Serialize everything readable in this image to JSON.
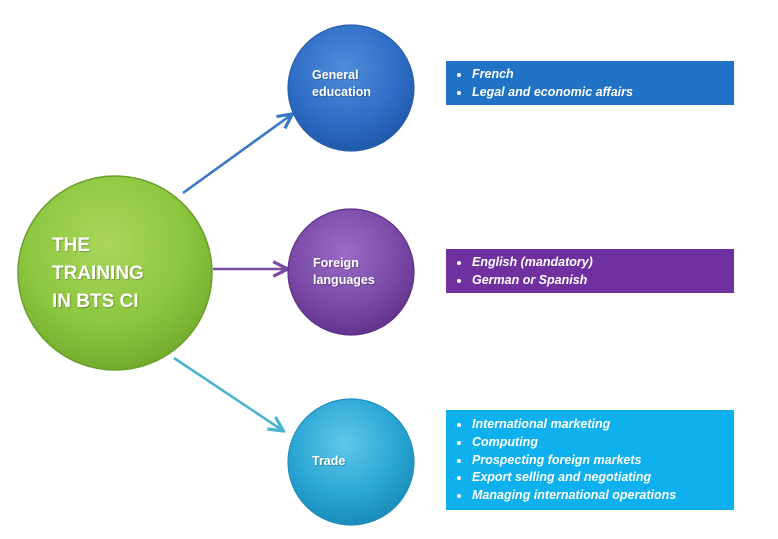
{
  "center": {
    "lines": [
      "THE",
      "TRAINING",
      "IN BTS CI"
    ],
    "color": "#8dc63f"
  },
  "branches": [
    {
      "label_lines": [
        "General",
        "education"
      ],
      "circle_color": "#2e6fc8",
      "box_color": "#1f72c5",
      "arrow_color": "#3b78c4",
      "items": [
        "French",
        "Legal and economic affairs"
      ]
    },
    {
      "label_lines": [
        "Foreign",
        "languages"
      ],
      "circle_color": "#7b4aa8",
      "box_color": "#7030a0",
      "arrow_color": "#7a4aa3",
      "items": [
        "English (mandatory)",
        "German or Spanish"
      ]
    },
    {
      "label_lines": [
        "Trade"
      ],
      "circle_color": "#2aa6d4",
      "box_color": "#0fb0ee",
      "arrow_color": "#4cb3d0",
      "items": [
        "International marketing",
        "Computing",
        "Prospecting foreign markets",
        "Export selling and negotiating",
        "Managing international operations"
      ]
    }
  ]
}
